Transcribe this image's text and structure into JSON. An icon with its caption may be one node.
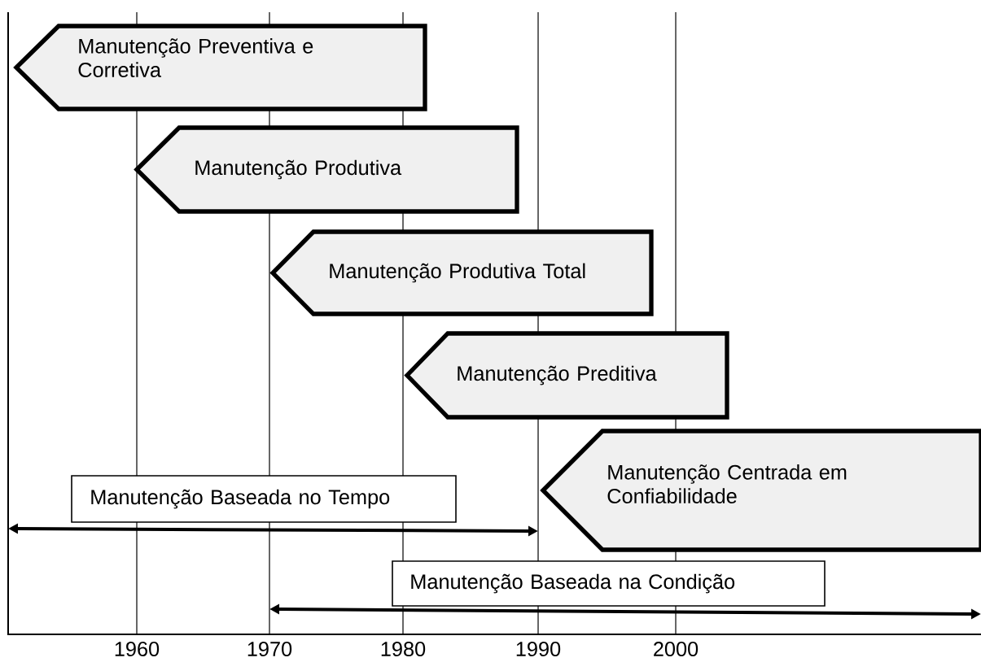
{
  "diagram": {
    "nodes": [
      {
        "text": [
          "Manutenção Preventiva e Corretiva"
        ]
      },
      {
        "text": [
          "Manutenção Produtiva"
        ]
      },
      {
        "text": [
          "Manutenção Produtiva Total"
        ]
      },
      {
        "text": [
          "Manutenção Preditiva"
        ]
      },
      {
        "text": [
          "Manutenção Centrada em Confiabilidade"
        ]
      },
      {
        "text": [
          "Manutenção Baseada no Tempo"
        ]
      },
      {
        "text": [
          "Manutenção Baseada na Condição"
        ]
      }
    ],
    "labels": [
      "1960",
      "1970",
      "1980",
      "1990",
      "2000"
    ]
  }
}
